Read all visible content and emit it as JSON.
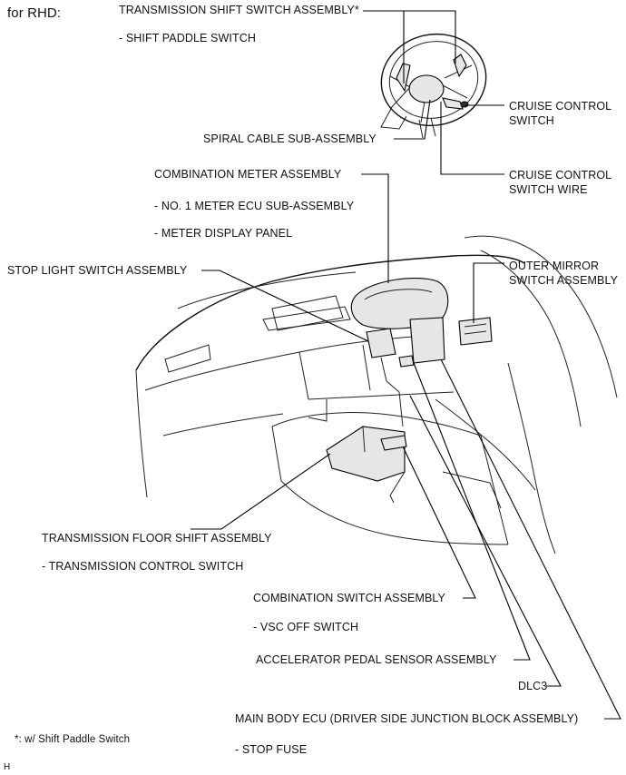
{
  "header": {
    "title": "for RHD:"
  },
  "labels": {
    "transmission_shift_switch": "TRANSMISSION SHIFT SWITCH ASSEMBLY*",
    "shift_paddle_switch": "- SHIFT PADDLE SWITCH",
    "cruise_control_switch_1": "CRUISE CONTROL",
    "cruise_control_switch_2": "SWITCH",
    "spiral_cable": "SPIRAL CABLE SUB-ASSEMBLY",
    "combination_meter": "COMBINATION METER ASSEMBLY",
    "cruise_control_wire_1": "CRUISE CONTROL",
    "cruise_control_wire_2": "SWITCH WIRE",
    "no1_meter_ecu": "- NO. 1 METER ECU SUB-ASSEMBLY",
    "meter_display_panel": "- METER DISPLAY PANEL",
    "stop_light_switch": "STOP LIGHT SWITCH ASSEMBLY",
    "outer_mirror_switch_1": "OUTER MIRROR",
    "outer_mirror_switch_2": "SWITCH ASSEMBLY",
    "transmission_floor_shift": "TRANSMISSION FLOOR SHIFT ASSEMBLY",
    "transmission_control_switch": "- TRANSMISSION CONTROL SWITCH",
    "combination_switch": "COMBINATION SWITCH ASSEMBLY",
    "vsc_off_switch": "- VSC OFF SWITCH",
    "accelerator_pedal_sensor": "ACCELERATOR PEDAL SENSOR ASSEMBLY",
    "dlc3": "DLC3",
    "main_body_ecu": "MAIN BODY ECU (DRIVER SIDE JUNCTION BLOCK ASSEMBLY)",
    "stop_fuse": "- STOP FUSE"
  },
  "footnote": {
    "text": "*: w/ Shift Paddle Switch"
  },
  "corner_mark": {
    "text": "H"
  }
}
